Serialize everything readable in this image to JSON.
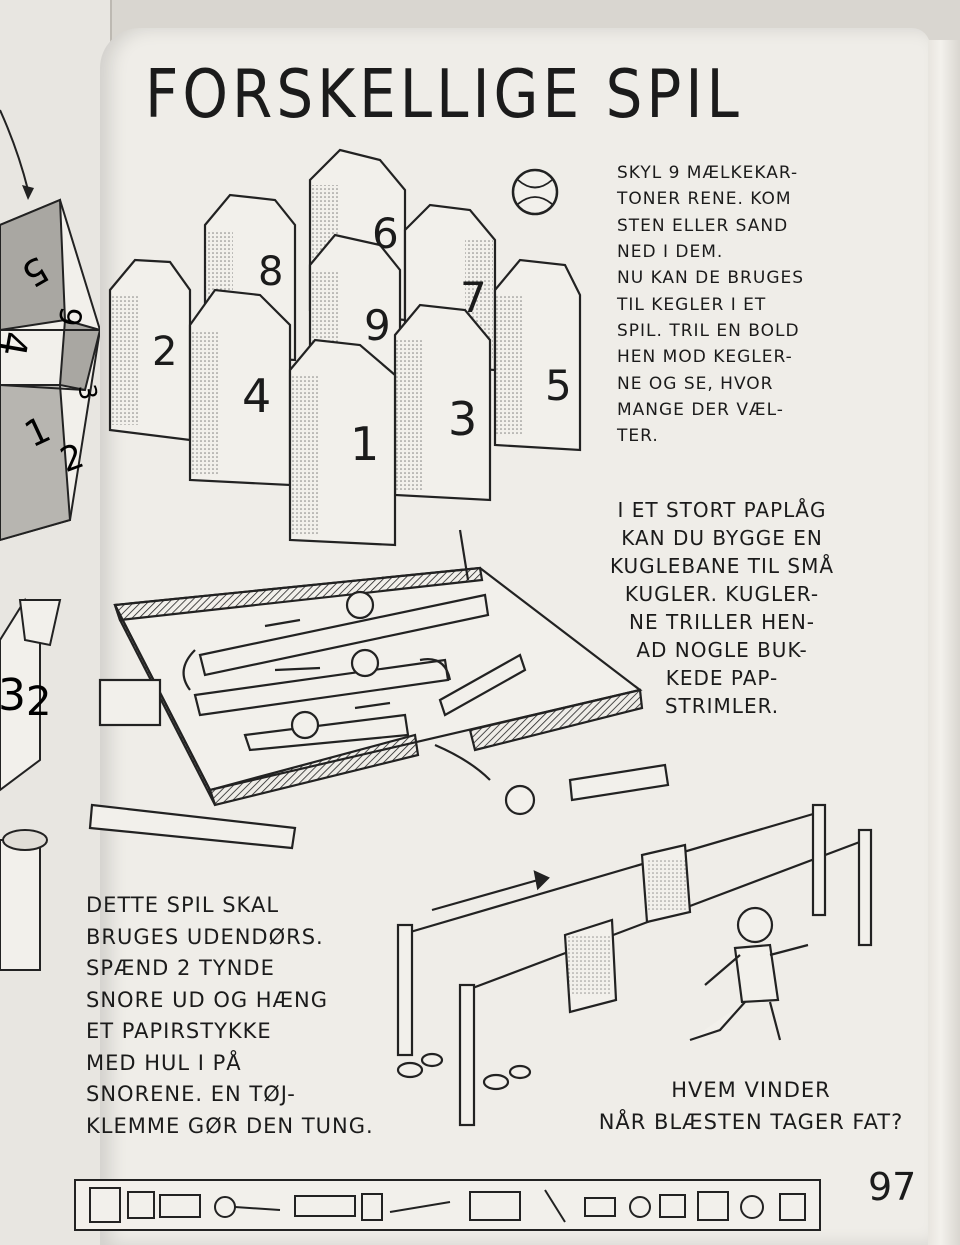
{
  "page": {
    "title": "FORSKELLIGE SPIL",
    "page_number": "97"
  },
  "sections": {
    "kegler": {
      "text": "SKYL 9 MÆLKEKAR-\nTONER RENE. KOM\nSTEN ELLER SAND\nNED I DEM.\nNU KAN DE BRUGES\nTIL KEGLER I ET\nSPIL. TRIL EN BOLD\nHEN MOD KEGLER-\nNE OG SE, HVOR\nMANGE DER VÆL-\nTER.",
      "carton_numbers": [
        "2",
        "8",
        "6",
        "9",
        "7",
        "4",
        "1",
        "3",
        "5"
      ]
    },
    "kuglebane": {
      "text": "I ET STORT PAPLÅG\nKAN DU BYGGE EN\nKUGLEBANE TIL SMÅ\nKUGLER. KUGLER-\nNE TRILLER HEN-\nAD NOGLE BUK-\nKEDE PAP-\nSTRIMLER."
    },
    "udendors": {
      "text": "DETTE SPIL SKAL\nBRUGES UDENDØRS.\nSPÆND 2 TYNDE\nSNORE UD OG HÆNG\nET PAPIRSTYKKE\nMED HUL I PÅ\nSNORENE. EN TØJ-\nKLEMME GØR DEN TUNG."
    },
    "vinder": {
      "text": "HVEM VINDER\nNÅR BLÆSTEN TAGER FAT?"
    }
  },
  "left_page": {
    "wheel_numbers": [
      "5",
      "9",
      "4",
      "3",
      "1",
      "2"
    ],
    "carton_numbers": [
      "3",
      "2"
    ]
  }
}
